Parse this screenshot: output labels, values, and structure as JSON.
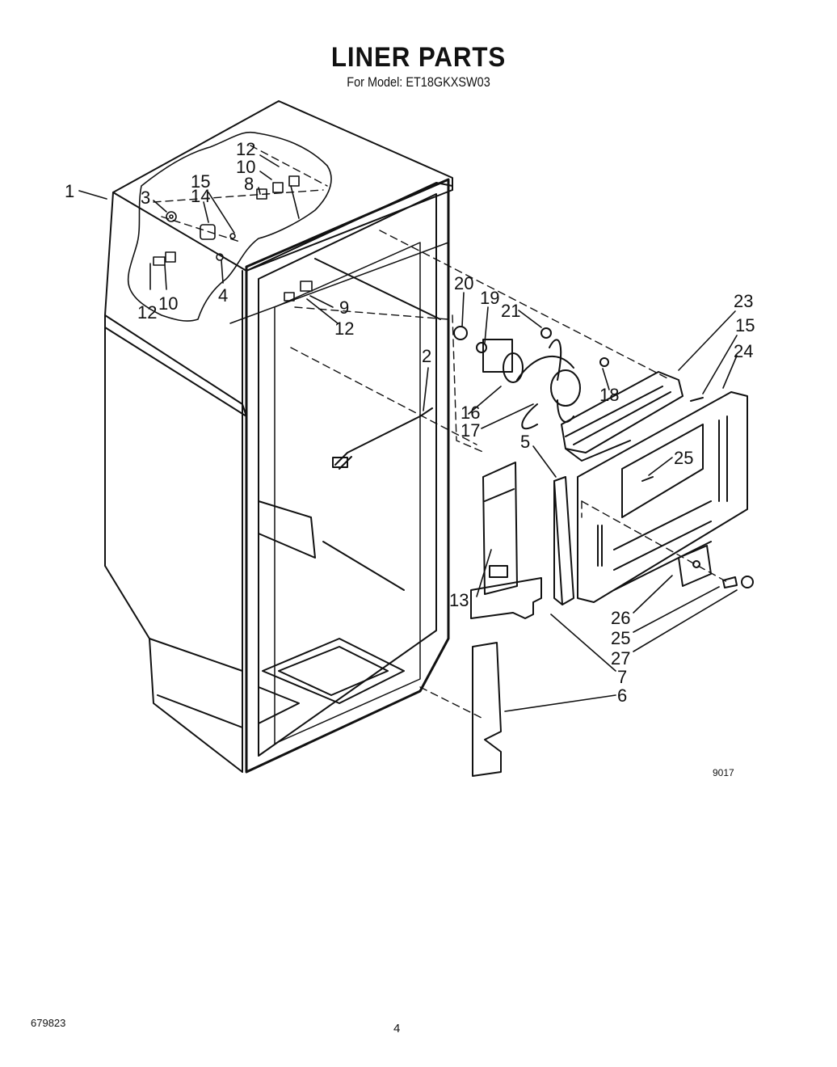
{
  "title": "LINER PARTS",
  "subtitle": "For Model: ET18GKXSW03",
  "callouts": [
    "1",
    "3",
    "15",
    "14",
    "12",
    "10",
    "8",
    "10",
    "12",
    "4",
    "20",
    "19",
    "21",
    "23",
    "15",
    "24",
    "9",
    "12",
    "2",
    "16",
    "17",
    "18",
    "25",
    "5",
    "13",
    "26",
    "25",
    "27",
    "7",
    "6"
  ],
  "figure_code": "9017",
  "footer": {
    "left_code": "679823",
    "page_number": "4"
  }
}
